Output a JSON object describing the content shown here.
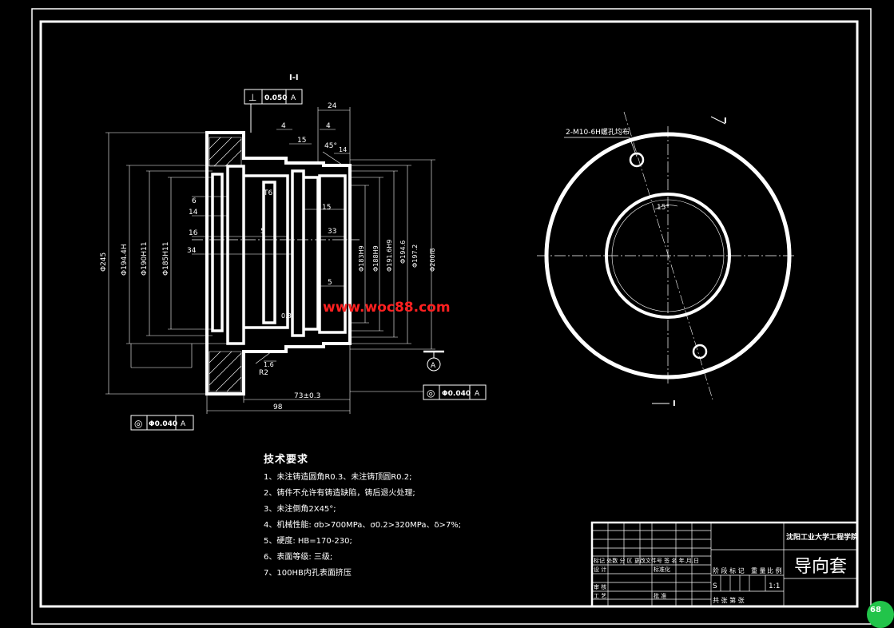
{
  "section_label": "I-I",
  "dimensions": {
    "top_24": "24",
    "top_4a": "4",
    "top_4b": "4",
    "top_15": "15",
    "chamfer_45": "45°",
    "top_14": "14",
    "d245": "Φ245",
    "d194h": "Φ194.4H",
    "d190": "Φ190H11",
    "d185": "Φ185H11",
    "left_6": "6",
    "left_14": "14",
    "left_16": "16",
    "left_34": "34",
    "t6": "T6",
    "mid_5": "5",
    "mid_15": "15",
    "mid_33": "33",
    "mid_5b": "5",
    "d183": "Φ183H9",
    "d188": "Φ188H9",
    "d191": "Φ191.6H9",
    "d194_6": "Φ194.6",
    "d197": "Φ197.2",
    "d200": "Φ200f8",
    "roughness_1_6": "1.6",
    "r2": "R2",
    "mid_08": "0.8",
    "len_73": "73±0.3",
    "len_98": "98",
    "angle_15": "15°",
    "thread_label": "2-M10-6H螺孔均布",
    "section_mark_top": "I",
    "section_mark_bottom": "I"
  },
  "tolerance_frames": {
    "top": {
      "symbol": "⊥",
      "value": "0.050",
      "datum": "A"
    },
    "right": {
      "symbol": "◎",
      "value": "Φ0.040",
      "datum": "A"
    },
    "bottom": {
      "symbol": "◎",
      "value": "Φ0.040",
      "datum": "A"
    }
  },
  "datum_label": "A",
  "watermark": "www.woc88.com",
  "tech_requirements": {
    "title": "技术要求",
    "items": [
      "1、未注铸造圆角R0.3、未注铸顶圆R0.2;",
      "2、铸件不允许有铸造缺陷，铸后退火处理;",
      "3、未注倒角2X45°;",
      "4、机械性能: σb>700MPa、σ0.2>320MPa、δ>7%;",
      "5、硬度: HB=170-230;",
      "6、表面等级: 三级;",
      "7、100HB内孔表面挤压"
    ]
  },
  "title_block": {
    "school": "沈阳工业大学工程学院",
    "part_name": "导向套",
    "header_row": "标记 处数 分  区 更改文件号 签  名 年.月.日",
    "design": "设 计",
    "standardize": "标准化",
    "review": "审 核",
    "process": "工 艺",
    "approve": "批 准",
    "stage_label": "阶 段 标 记",
    "weight_label": "重 量",
    "scale_label": "比 例",
    "stage_value": "S",
    "scale_value": "1:1",
    "sheets": "共  张   第  张"
  },
  "badge": "68"
}
